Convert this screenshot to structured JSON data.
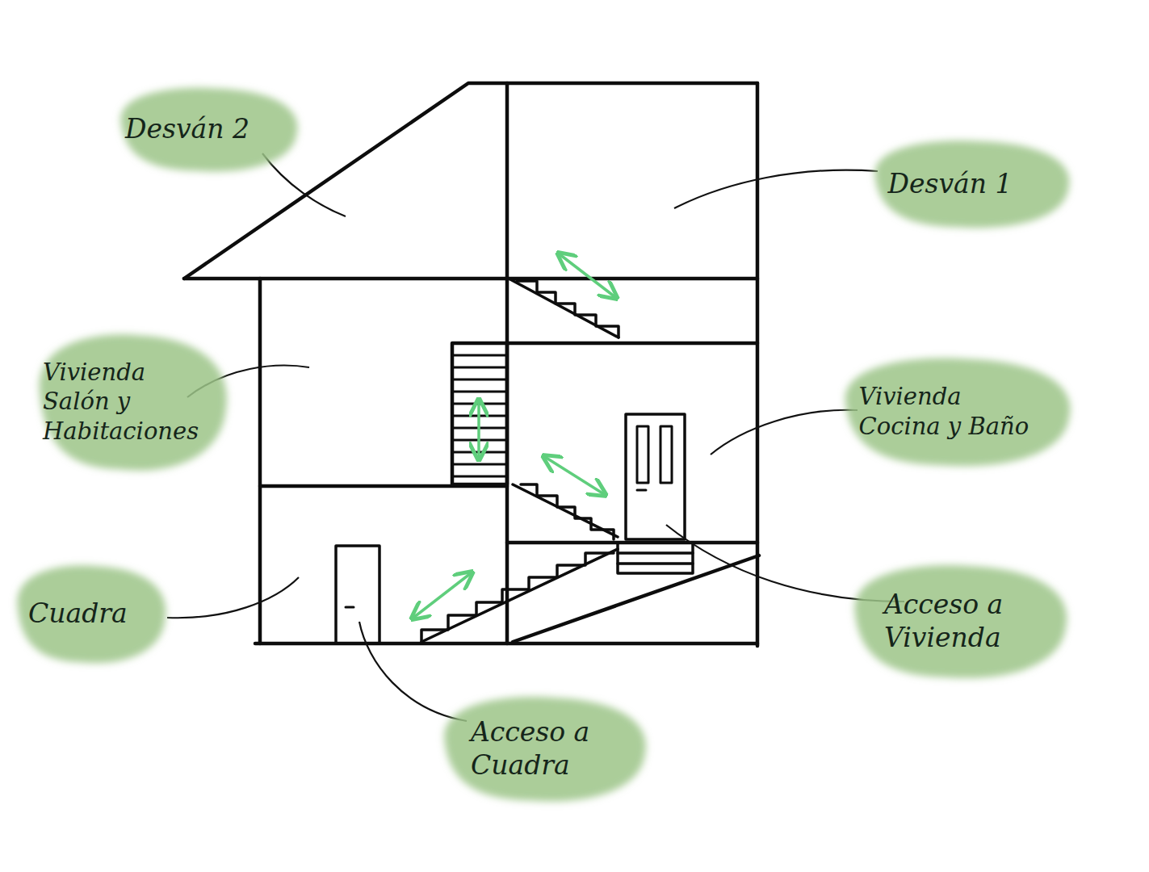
{
  "diagram": {
    "nodes": [
      {
        "text": [
          "Desván 2"
        ]
      },
      {
        "text": [
          "Desván 1"
        ]
      },
      {
        "text": [
          "Vivienda Salón y Habitaciones"
        ]
      },
      {
        "text": [
          "Vivienda Cocina y Baño"
        ]
      },
      {
        "text": [
          "Cuadra"
        ]
      },
      {
        "text": [
          "Acceso a Vivienda"
        ]
      },
      {
        "text": [
          "Acceso a Cuadra"
        ]
      }
    ],
    "edges": []
  }
}
